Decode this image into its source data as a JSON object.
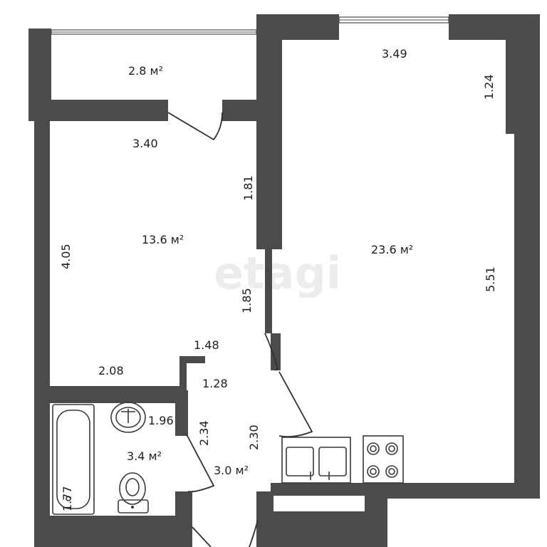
{
  "watermark": "etagi",
  "rooms": {
    "balcony": {
      "area": "2.8 м²"
    },
    "bedroom": {
      "area": "13.6 м²"
    },
    "living": {
      "area": "23.6 м²"
    },
    "bathroom": {
      "area": "3.4 м²"
    },
    "hall": {
      "area": "3.0 м²"
    }
  },
  "dimensions": {
    "balcony_width": "3.40",
    "bedroom_right_top": "1.81",
    "bedroom_height": "4.05",
    "bedroom_right_bottom": "1.85",
    "bedroom_bottom": "2.08",
    "living_top": "3.49",
    "living_top_right": "1.24",
    "living_right": "5.51",
    "hall_top": "1.48",
    "hall_inner_top": "1.28",
    "hall_left": "2.34",
    "hall_right": "2.30",
    "bath_width": "1.96",
    "bath_height": "1.77"
  }
}
